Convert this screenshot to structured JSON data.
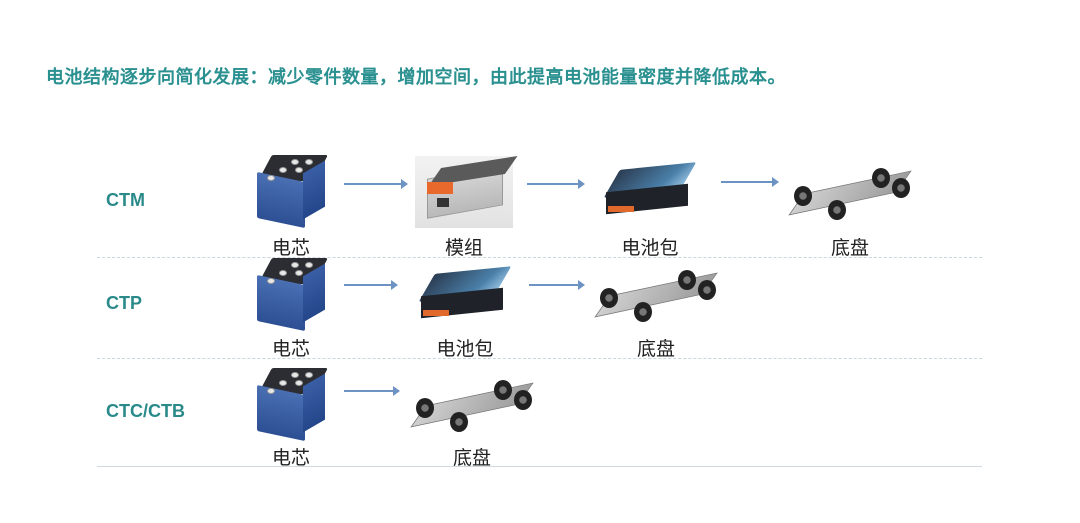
{
  "headline": "电池结构逐步向简化发展：减少零件数量，增加空间，由此提高电池能量密度并降低成本。",
  "colors": {
    "headline": "#2a9090",
    "row_label": "#2a8a8a",
    "arrow": "#6c93c4",
    "divider": "#c9d6dc"
  },
  "rows": [
    {
      "label": "CTM",
      "nodes": [
        {
          "caption": "电芯",
          "icon": "battery-cell-icon"
        },
        {
          "caption": "模组",
          "icon": "battery-module-icon"
        },
        {
          "caption": "电池包",
          "icon": "battery-pack-icon"
        },
        {
          "caption": "底盘",
          "icon": "chassis-icon"
        }
      ]
    },
    {
      "label": "CTP",
      "nodes": [
        {
          "caption": "电芯",
          "icon": "battery-cell-icon"
        },
        {
          "caption": "电池包",
          "icon": "battery-pack-icon"
        },
        {
          "caption": "底盘",
          "icon": "chassis-icon"
        }
      ]
    },
    {
      "label": "CTC/CTB",
      "nodes": [
        {
          "caption": "电芯",
          "icon": "battery-cell-icon"
        },
        {
          "caption": "底盘",
          "icon": "chassis-icon"
        }
      ]
    }
  ]
}
